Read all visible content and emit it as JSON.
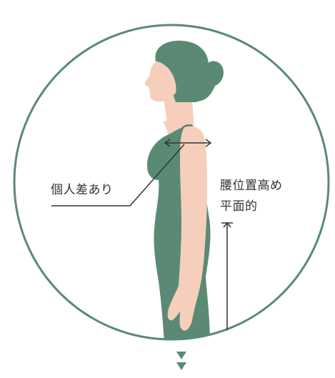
{
  "labels": {
    "individual_difference": "個人差あり",
    "waist_position_line1": "腰位置高め",
    "waist_position_line2": "平面的"
  },
  "colors": {
    "circle_stroke": "#5b8a74",
    "dress": "#5b8a74",
    "skin": "#f5cfbc",
    "hair": "#5b8a74",
    "arrow": "#5b8a74",
    "line": "#333333"
  },
  "icons": {
    "scroll_down": "double-down-triangle-icon"
  }
}
